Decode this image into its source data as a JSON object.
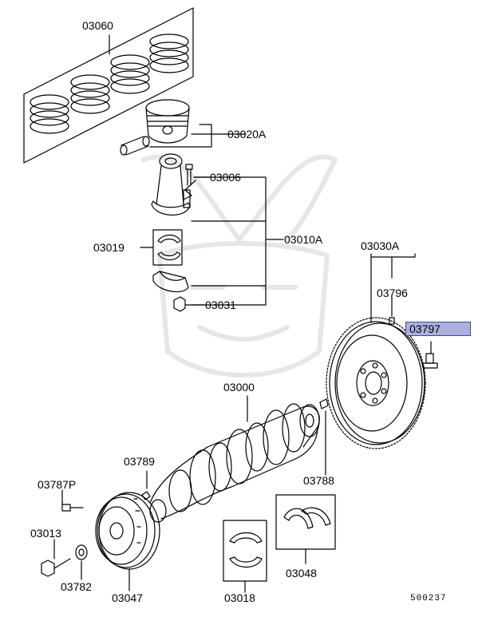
{
  "diagram": {
    "labels": {
      "p03060": "03060",
      "p03020A": "03020A",
      "p03006": "03006",
      "p03010A": "03010A",
      "p03019": "03019",
      "p03031": "03031",
      "p03030A": "03030A",
      "p03796": "03796",
      "p03797": "03797",
      "p03000": "03000",
      "p03789": "03789",
      "p03788": "03788",
      "p03787P": "03787P",
      "p03013": "03013",
      "p03782": "03782",
      "p03047": "03047",
      "p03018": "03018",
      "p03048": "03048"
    },
    "highlighted_part": "03797",
    "highlight_color": "#aab0e0",
    "diagram_code": "500237",
    "watermark": "samurai-helmet-watermark"
  }
}
